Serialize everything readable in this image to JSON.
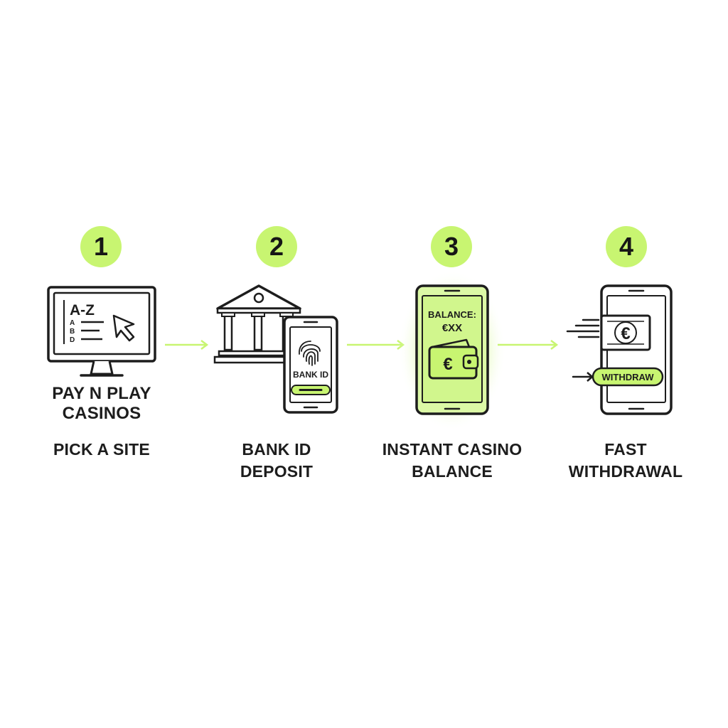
{
  "colors": {
    "accent": "#c8f571",
    "ink": "#1d1d1d",
    "background": "#ffffff"
  },
  "steps": [
    {
      "number": "1",
      "icon": "monitor-icon",
      "screen_heading": "A-Z",
      "screen_letters": [
        "A",
        "B",
        "D"
      ],
      "brand_line1": "PAY N PLAY",
      "brand_line2": "CASINOS",
      "caption_line1": "PICK A SITE",
      "caption_line2": ""
    },
    {
      "number": "2",
      "icon": "bank-icon",
      "phone_label": "BANK ID",
      "caption_line1": "BANK ID",
      "caption_line2": "DEPOSIT"
    },
    {
      "number": "3",
      "icon": "wallet-phone-icon",
      "balance_label": "BALANCE:",
      "balance_value": "€XX",
      "wallet_symbol": "€",
      "caption_line1": "INSTANT CASINO",
      "caption_line2": "BALANCE"
    },
    {
      "number": "4",
      "icon": "cash-phone-icon",
      "cash_symbol": "€",
      "button_label": "WITHDRAW",
      "caption_line1": "FAST",
      "caption_line2": "WITHDRAWAL"
    }
  ]
}
